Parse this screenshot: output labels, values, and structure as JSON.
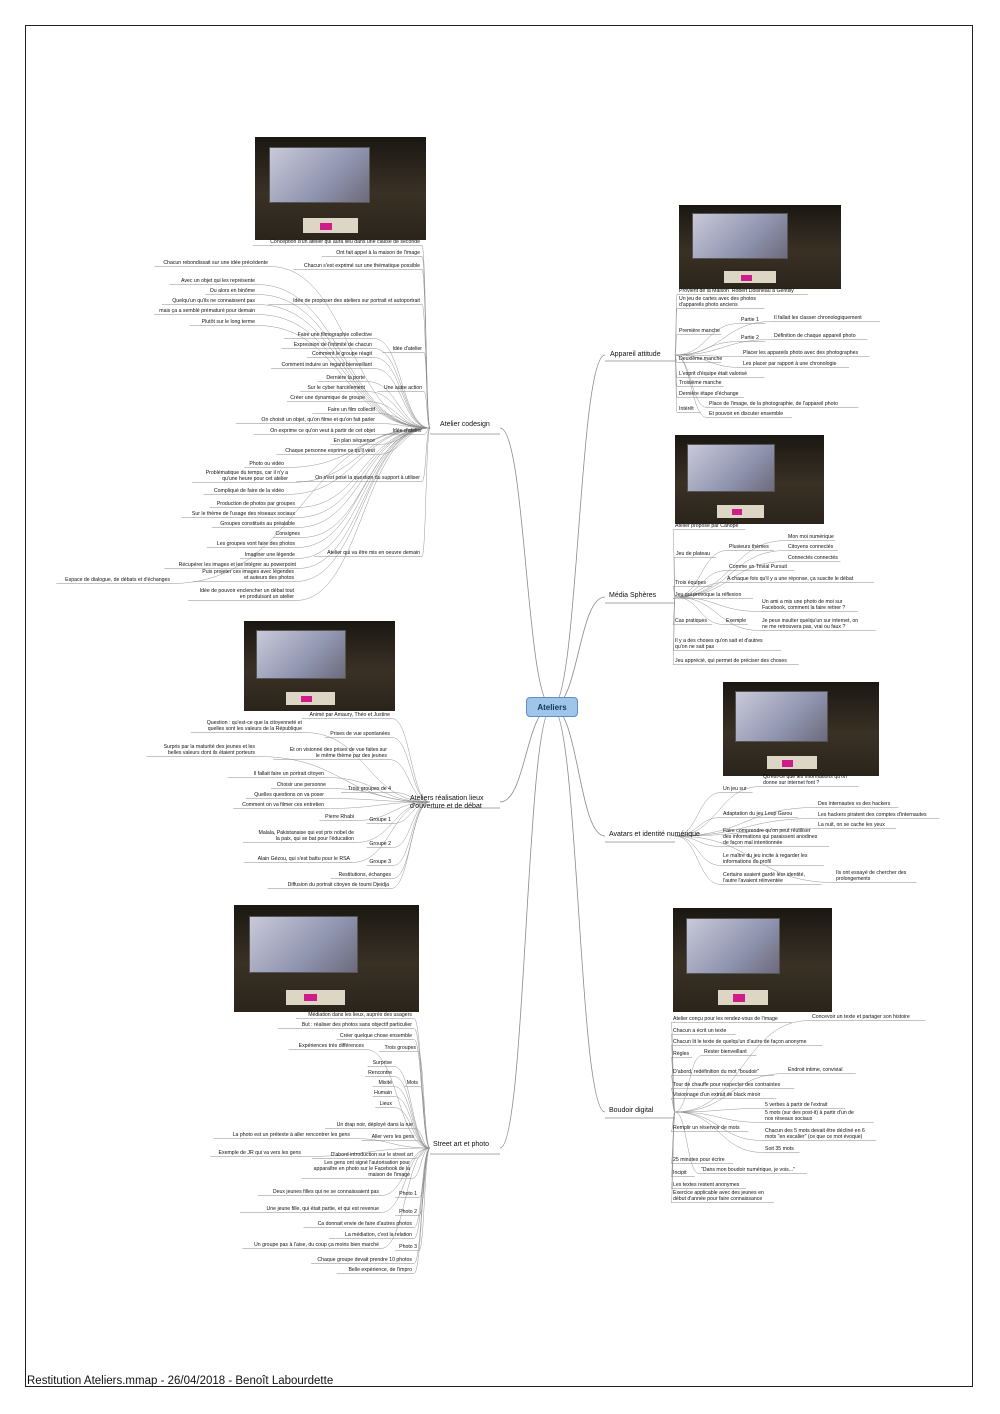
{
  "root": "Ateliers",
  "footer": "Restitution  Ateliers.mmap  -  26/04/2018  -  Benoît  Labourdette",
  "line_color": "#8a8a8a",
  "root_color": "#9fc5ea",
  "branches": [
    {
      "id": "codesign",
      "title": "Atelier codesign",
      "items": [
        "Conception d'un atelier qui aura lieu dans une classe de seconde",
        "Ont fait appel à la maison de l'image",
        "Chacun rebondissait sur une idée précédente",
        "Chacun s'est exprimé sur une thématique possible",
        "Avec un objet qui les représente",
        "Ou alors en binôme",
        "Quelqu'un qu'ils ne connaissent pas",
        "mais ça a semblé prématuré pour demain",
        "Idée de proposer des ateliers sur portrait et autoportrait",
        "Plutôt sur le long terme",
        "Faire une filmographie collective",
        "Expression de l'intimité de chacun",
        "Comment le groupe réagit",
        "Idée d'atelier",
        "Comment induire un regard bienveillant",
        "Dernière la porte",
        "Sur le cyber harcèlement",
        "Une autre action",
        "Créer une dynamique de groupe",
        "Faire un film collectif",
        "On choisit un objet, qu'on filme et qu'on fait parler",
        "On exprime ce qu'on veut à partir de cet objet",
        "Idée d'atelier",
        "En plan séquence",
        "Chaque personne exprime ce qu'il veut",
        "Photo ou vidéo",
        "Problématique du temps, car il n'y a\nqu'une heure pour cet atelier",
        "On s'est posé la question du support à utiliser",
        "Compliqué de faire de la vidéo",
        "Production de photos par groupes",
        "Sur le thème de l'usage des réseaux sociaux",
        "Groupes constitués au préalable",
        "Consignes",
        "Les groupes vont faire des photos",
        "Imaginer une légende",
        "Récupérer les images et les intégrer au powerpoint",
        "Atelier qui va être mis en oeuvre demain",
        "Espace de dialogue, de débats et d'échanges",
        "Puis projeter ces images avec légendes\net auteurs des photos",
        "Idée de pouvoir enclencher un débat tout\nen produisant un atelier"
      ]
    },
    {
      "id": "realisation",
      "title": "Ateliers réalisation lieux\nd'ouverture et de débat",
      "items": [
        "Animé par Amaury, Théo et Justine",
        "Question : qu'est-ce que la citoyenneté et\nquelles sont les valeurs de la République",
        "Prises de vue spontanées",
        "Surpris par la maturité des jeunes et les\nbelles valeurs dont ils étaient porteurs",
        "Et on visionné des prises de vue faites sur\nle même thème par des jeunes",
        "Il fallait faire un portrait citoyen",
        "Choisir une personne",
        "Trois groupes de 4",
        "Quelles questions on va poser",
        "Comment on va filmer ces entretien",
        "Pierre Rhabi",
        "Groupe 1",
        "Malala, Pakistanaise qui est prix nobel de\nla paix, qui se bat pour l'éducation",
        "Groupe 2",
        "Alain Gézou, qui s'est battu pour le RSA",
        "Groupe 3",
        "Restitutions, échanges",
        "Diffusion du portrait citoyen de toumi Djeidja"
      ]
    },
    {
      "id": "street",
      "title": "Street art et photo",
      "items": [
        "Médiation dans les lieux, auprès des usagers",
        "But : réaliser des photos sans objectif particulier",
        "Créer quelque chose ensemble",
        "Expériences très différences",
        "Trois groupes",
        "Surprise",
        "Rencontre",
        "Mixité",
        "Mots",
        "Humain",
        "Lieux",
        "Un drap noir, déployé dans la rue",
        "La photo est un prétexte à aller rencontrer les gens",
        "Aller vers les gens",
        "Exemple de JR qui va vers les gens",
        "D'abord introduction sur le street art",
        "Les gens ont signé l'autorisation pour\napparaître en photo sur le Facebook de la\nmaison de l'image",
        "Deux jeunes filles qui ne se connaissaient pas",
        "Photo 1",
        "Une jeune fille, qui était partie, et qui est revenue",
        "Photo 2",
        "Ca donnait envie de faire d'autres photos",
        "La médiation, c'est la relation",
        "Un groupe pas à l'aise, du coup ça moins bien marché",
        "Photo 3",
        "Chaque groupe devait prendre 10 photos",
        "Belle expérience, de l'impro"
      ]
    },
    {
      "id": "appareil",
      "title": "Appareil attitude",
      "items": [
        "Provient de la Maison  Robert Doisneau à Gentilly",
        "Un jeu de cartes avec des photos\nd'appareils photo anciens",
        "Partie 1",
        "Il fallait les classer chronologiquement",
        "Première manche",
        "Partie 2",
        "Définition de chaque appareil photo",
        "Placer les appareils photo avec des photographes",
        "Deuxième manche",
        "Les placer par rapport à une chronologie",
        "L'esprit d'équipe était valorisé",
        "Troisième manche",
        "Dernière étape d'échange",
        "Place de l'image, de la photographie, de l'appareil photo",
        "Intérêt",
        "Et pouvoir en discuter ensemble"
      ]
    },
    {
      "id": "media",
      "title": "Média Sphères",
      "items": [
        "Atelier proposé par Canopé",
        "Mon moi numérique",
        "Plusieurs thèmes",
        "Citoyens connectés",
        "Jeu de plateau",
        "Connectés connectés",
        "Comme un Trivial Pursuit",
        "Trois équipes",
        "A chaque fois qu'il y a une réponse, ça suscite le débat",
        "Jeu qui provoque la réflexion",
        "Un ami a mis une photo de moi sur\nFacebook, comment la faire retirer ?",
        "Cas pratiques",
        "Exemple",
        "Je peux insulter quelqu'un sur internet, on\nne me retrouvera pas, vrai ou faux ?",
        "Il y a des choses qu'on sait et d'autres\nqu'on ne sait pas",
        "Jeu apprécié, qui permet de préciser des choses"
      ]
    },
    {
      "id": "avatars",
      "title": "Avatars et identité numérique",
      "items": [
        "Qu'est-ce que les informations qu'on\ndonne sur internet font ?",
        "Un jeu sur",
        "Des internautes vs des hackers",
        "Adaptation du jeu Loup Garou",
        "Les hackers piratent des comptes d'internautes",
        "La nuit, on se cache les yeux",
        "Faire comprendre qu'on peut réutiliser\ndes informations qui paraissent anodines\nde façon mal intentionnée",
        "Le maître du jeu incite à regarder les\ninformations du profil",
        "Certains avaient gardé leur identité,\nl'autre l'avaient réinventée",
        "Ils ont essayé de chercher des\nprolongements"
      ]
    },
    {
      "id": "boudoir",
      "title": "Boudoir digital",
      "items": [
        "Atelier conçu pour les rendez-vous de l'image",
        "Concevoir un texte et partager son histoire",
        "Chacun a écrit un texte",
        "Chacun lit le texte de quelqu'un d'autre de façon anonyme",
        "Règles",
        "Rester bienveillant",
        "D'abord, redéfinition du mot \"boudoir\"",
        "Endroit intime, convivial",
        "Tour de chauffe pour respecter des contraintes",
        "Visionnage d'un extrait de black miroir",
        "5 verbes à partir de l'extrait",
        "5 mots (sur des post-it) à partir d'un de\nnos réseaux sociaux",
        "Remplir un réservoir de mots",
        "Chacun des 5 mots devait être décliné en 6\nmots \"en escalier\" (ce que ce mot évoque)",
        "Soit 35 mots",
        "25 minutes pour écrire",
        "Incipit",
        "\"Dans mon boudoir numérique, je vois...\"",
        "Les textes restent anonymes",
        "Exercice applicable avec des jeunes en\ndébut d'année pour faire connaissance"
      ]
    }
  ]
}
